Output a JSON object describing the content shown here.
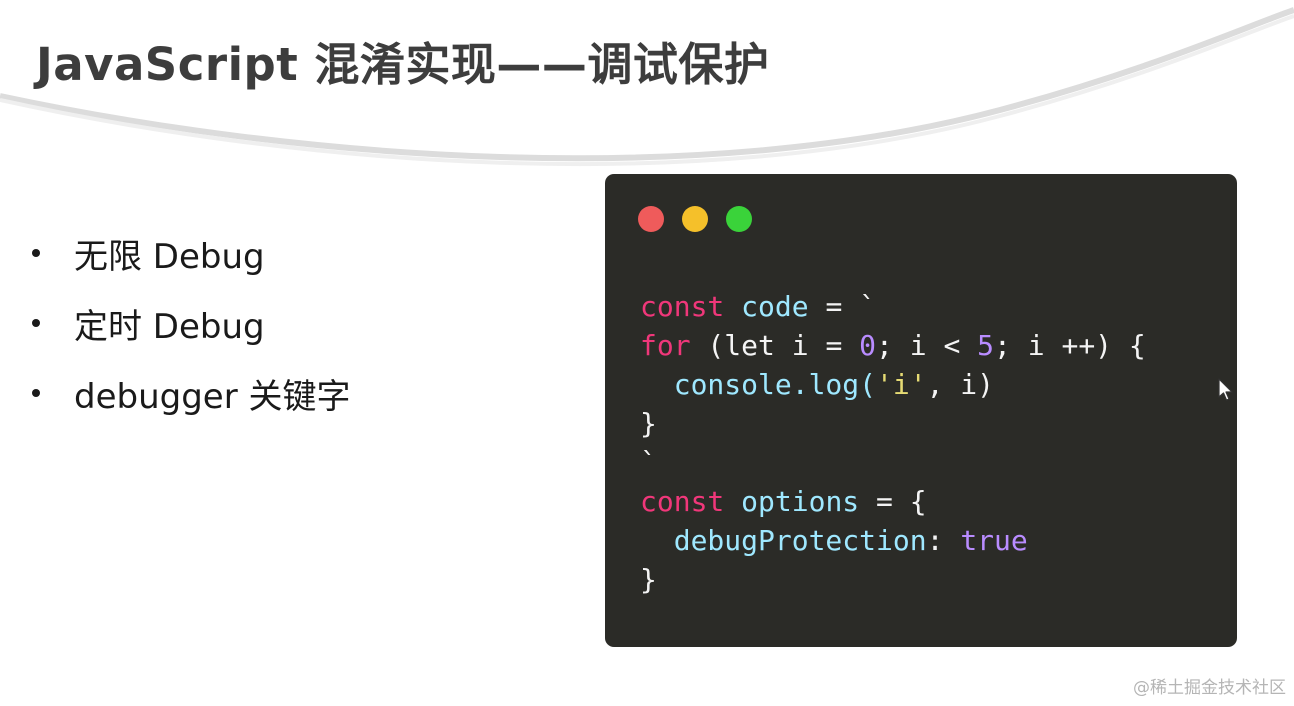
{
  "slide": {
    "title": "JavaScript 混淆实现——调试保护",
    "bullets": [
      {
        "text": "无限 Debug"
      },
      {
        "text": "定时 Debug"
      },
      {
        "text": "debugger 关键字"
      }
    ]
  },
  "code_window": {
    "traffic_lights": [
      {
        "name": "close",
        "color": "#ef5b5b"
      },
      {
        "name": "minimize",
        "color": "#f5c02a"
      },
      {
        "name": "zoom",
        "color": "#3ad33a"
      }
    ],
    "colors": {
      "background": "#2b2b27",
      "keyword": "#f0377a",
      "identifier": "#9fe8ff",
      "number": "#b98cff",
      "string": "#e6db74",
      "boolean": "#b98cff",
      "plain": "#f4f4f4"
    },
    "lines": [
      [
        {
          "t": "kw",
          "v": "const"
        },
        {
          "t": "plain",
          "v": " "
        },
        {
          "t": "id",
          "v": "code"
        },
        {
          "t": "plain",
          "v": " = `"
        }
      ],
      [
        {
          "t": "kw",
          "v": "for"
        },
        {
          "t": "plain",
          "v": " (let i = "
        },
        {
          "t": "num",
          "v": "0"
        },
        {
          "t": "plain",
          "v": "; i < "
        },
        {
          "t": "num",
          "v": "5"
        },
        {
          "t": "plain",
          "v": "; i ++) {"
        }
      ],
      [
        {
          "t": "plain",
          "v": "  "
        },
        {
          "t": "id",
          "v": "console.log("
        },
        {
          "t": "str",
          "v": "'i'"
        },
        {
          "t": "plain",
          "v": ", i)"
        }
      ],
      [
        {
          "t": "plain",
          "v": "}"
        }
      ],
      [
        {
          "t": "plain",
          "v": "`"
        }
      ],
      [
        {
          "t": "kw",
          "v": "const"
        },
        {
          "t": "plain",
          "v": " "
        },
        {
          "t": "id",
          "v": "options"
        },
        {
          "t": "plain",
          "v": " = {"
        }
      ],
      [
        {
          "t": "plain",
          "v": "  "
        },
        {
          "t": "id",
          "v": "debugProtection"
        },
        {
          "t": "plain",
          "v": ": "
        },
        {
          "t": "bool",
          "v": "true"
        }
      ],
      [
        {
          "t": "plain",
          "v": "}"
        }
      ]
    ]
  },
  "watermark": "@稀土掘金技术社区"
}
